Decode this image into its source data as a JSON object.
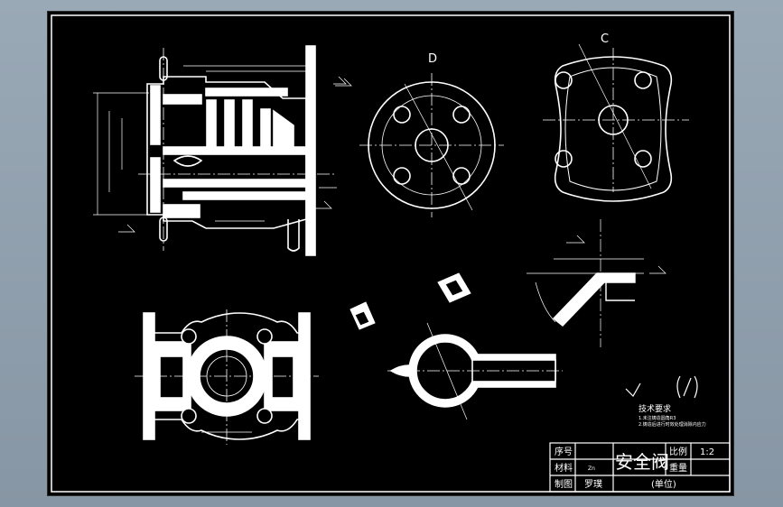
{
  "views": {
    "label_d": "D",
    "label_c": "C"
  },
  "notes": {
    "heading": "技术要求",
    "line1": "1.未注铸造圆角R3",
    "line2": "2.铸造后进行时效处理消除内应力"
  },
  "title_block": {
    "part_name": "安全阀",
    "seq_label": "序号",
    "material_label": "材料",
    "material_value": "Zn",
    "drafter_label": "制图",
    "drafter_value": "罗璞",
    "scale_label": "比例",
    "scale_value": "1:2",
    "weight_label": "重量",
    "unit_label": "(单位)"
  },
  "colors": {
    "sheet": "#000000",
    "lines": "#ffffff",
    "frame": "#9aa9b6"
  }
}
